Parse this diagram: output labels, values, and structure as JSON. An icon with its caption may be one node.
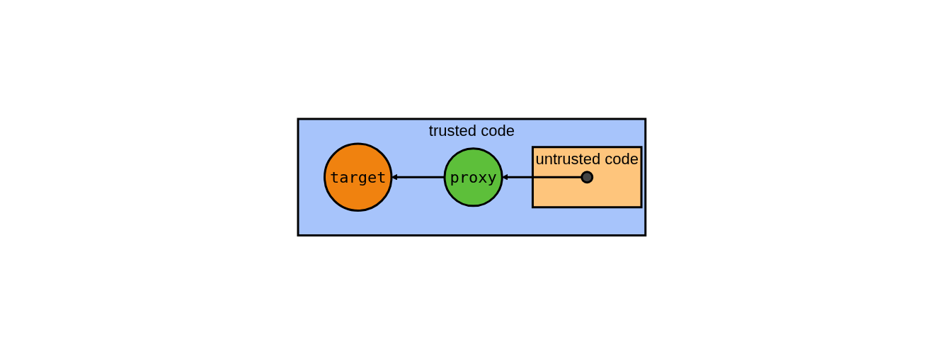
{
  "diagram": {
    "nodes": [
      {
        "text": [
          "trusted code"
        ]
      },
      {
        "text": [
          "target"
        ],
        "in": 0
      },
      {
        "text": [
          "proxy"
        ],
        "in": 0
      },
      {
        "text": [
          "untrusted code"
        ],
        "in": 0
      },
      {
        "text": [],
        "shape": "circle",
        "in": 3
      }
    ],
    "edges": [
      {
        "from": 4,
        "to": 2,
        "arrow": "to"
      },
      {
        "from": 2,
        "to": 1,
        "arrow": "to"
      }
    ]
  }
}
